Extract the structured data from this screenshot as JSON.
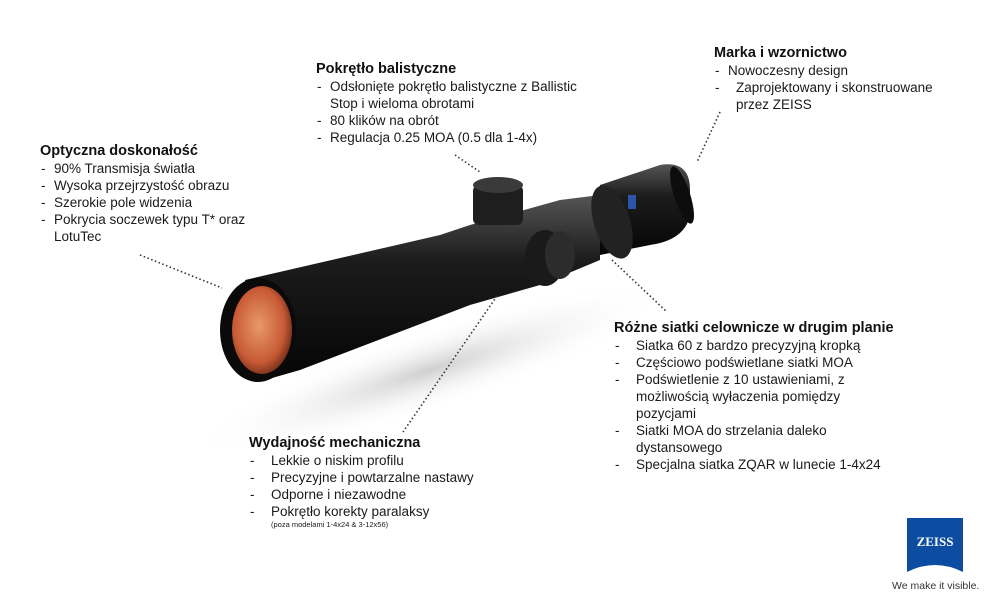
{
  "blocks": {
    "ballistic": {
      "title": "Pokrętło balistyczne",
      "items": [
        "Odsłonięte pokrętło balistyczne z Ballistic Stop i wieloma obrotami",
        "80 klików na obrót",
        "Regulacja 0.25 MOA (0.5 dla 1-4x)"
      ]
    },
    "optical": {
      "title": "Optyczna doskonałość",
      "items": [
        "90% Transmisja światła",
        "Wysoka przejrzystość obrazu",
        "Szerokie pole widzenia",
        "Pokrycia soczewek typu T* oraz LotuTec"
      ]
    },
    "brand": {
      "title": "Marka i wzornictwo",
      "items": [
        "Nowoczesny design",
        "Zaprojektowany i skonstruowane przez ZEISS"
      ]
    },
    "reticles": {
      "title": "Różne siatki celownicze w drugim planie",
      "items": [
        "Siatka 60 z bardzo precyzyjną kropką",
        "Częściowo podświetlane siatki MOA",
        "Podświetlenie z 10 ustawieniami, z możliwością wyłaczenia pomiędzy pozycjami",
        "Siatki MOA do strzelania daleko dystansowego",
        "Specjalna siatka ZQAR w lunecie 1-4x24"
      ]
    },
    "mechanical": {
      "title": "Wydajność mechaniczna",
      "items": [
        "Lekkie o niskim profilu",
        "Precyzyjne i powtarzalne nastawy",
        "Odporne i niezawodne",
        "Pokrętło korekty paralaksy"
      ],
      "note": "(poza modelami 1-4x24 & 3-12x56)"
    }
  },
  "logo": {
    "text": "ZEISS",
    "tagline": "We make it visible.",
    "color": "#0c4da2"
  }
}
